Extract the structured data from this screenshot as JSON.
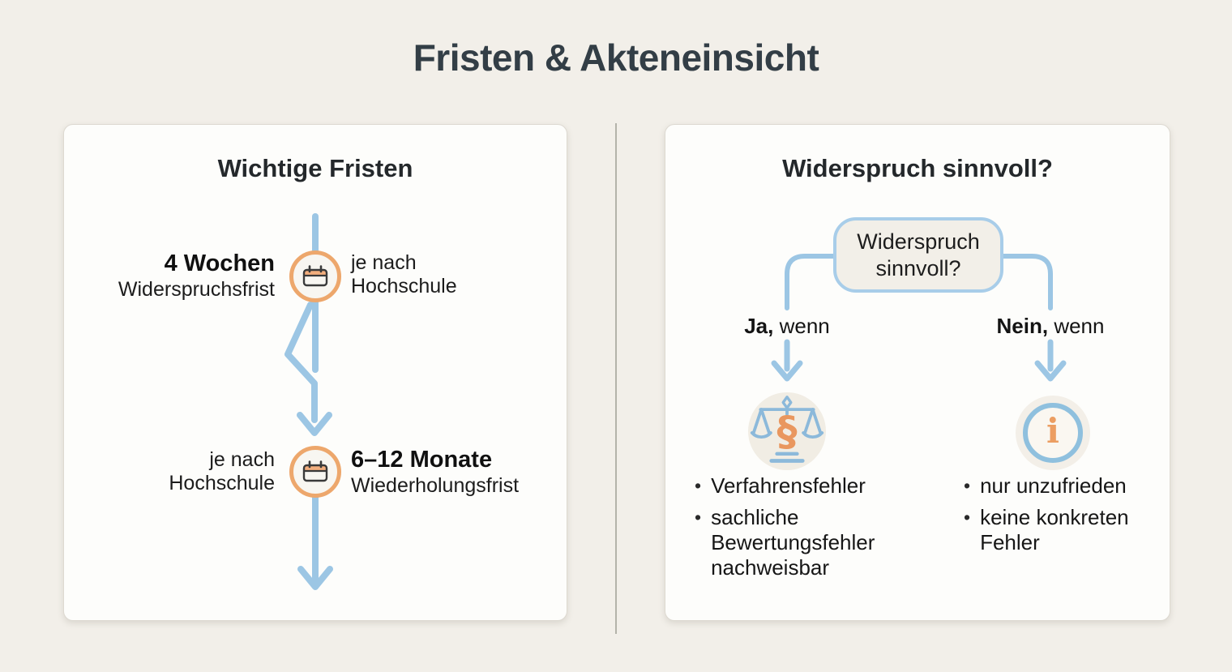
{
  "page": {
    "title": "Fristen & Akteneinsicht"
  },
  "left_panel": {
    "title": "Wichtige Fristen",
    "items": [
      {
        "value": "4 Wochen",
        "label": "Widerspruchsfrist",
        "note_line1": "je nach",
        "note_line2": "Hochschule",
        "icon": "calendar-icon"
      },
      {
        "value": "6–12 Monate",
        "label": "Wiederholungsfrist",
        "note_line1": "je nach",
        "note_line2": "Hochschule",
        "icon": "calendar-icon"
      }
    ]
  },
  "right_panel": {
    "title": "Widerspruch sinnvoll?",
    "decision_box": {
      "line1": "Widerspruch",
      "line2": "sinnvoll?"
    },
    "bullet": "•",
    "branches": [
      {
        "label_bold": "Ja,",
        "label_rest": " wenn",
        "icon": "scales-paragraph-icon",
        "symbol": "§",
        "bullets": [
          "Verfahrensfehler",
          "sachliche Bewertungsfehler nachweisbar"
        ]
      },
      {
        "label_bold": "Nein,",
        "label_rest": " wenn",
        "icon": "info-icon",
        "symbol": "i",
        "bullets": [
          "nur unzufrieden",
          "keine konkreten Fehler"
        ]
      }
    ]
  },
  "colors": {
    "background": "#f2efe9",
    "card": "#fdfdfb",
    "accent_blue": "#9cc6e4",
    "icon_blue": "#8cb9da",
    "decision_border_blue": "#a8cde9",
    "accent_orange": "#eda76c",
    "symbol_orange": "#e9975f",
    "title_text": "#333e46",
    "body_text": "#161616",
    "divider": "#b4b3aa"
  }
}
